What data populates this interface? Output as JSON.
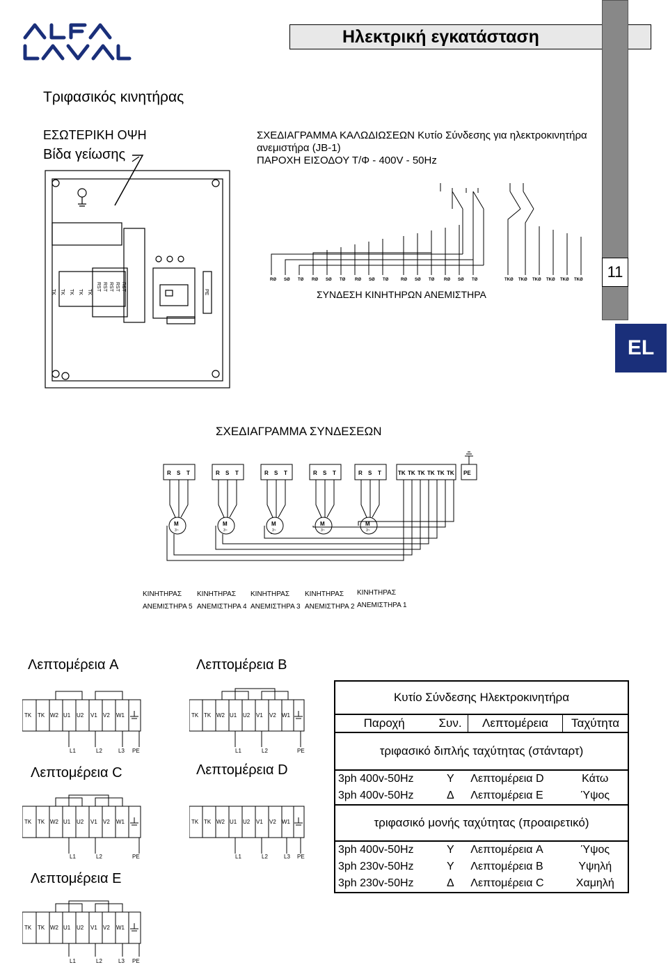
{
  "header": {
    "title": "Ηλεκτρική εγκατάσταση",
    "page_number": "11",
    "language": "EL",
    "brand_color": "#1a2f7a"
  },
  "section_title": "Τριφασικός κινητήρας",
  "inside_view": {
    "label_1": "ΕΣΩΤΕΡΙΚΗ ΟΨΗ",
    "label_2": "Βίδα γείωσης",
    "terminal_labels": [
      "TK",
      "TK",
      "TK",
      "TK",
      "TK",
      "RST",
      "RST",
      "RST",
      "RST",
      "RST"
    ],
    "pe_label": "PE"
  },
  "wiring": {
    "line_1": "ΣΧΕΔΙΑΓΡΑΜΜΑ ΚΑΛΩΔΙΩΣΕΩΝ Κυτίο Σύνδεσης για ηλεκτροκινητήρα",
    "line_2": "ανεμιστήρα (JB-1)",
    "line_3": "ΠΑΡΟΧΗ ΕΙΣΟΔΟΥ Τ/Φ - 400V - 50Hz",
    "motor_connection": "ΣΥΝΔΕΣΗ ΚΙΝΗΤΗΡΩΝ ΑΝΕΜΙΣΤΗΡΑ",
    "terminal_row": [
      "RØ",
      "SØ",
      "TØ",
      "RØ",
      "SØ",
      "TØ",
      "RØ",
      "SØ",
      "TØ",
      "RØ",
      "SØ",
      "TØ",
      "RØ",
      "SØ",
      "TØ"
    ],
    "tk_row": [
      "TKØ",
      "TKØ",
      "TKØ",
      "TKØ",
      "TKØ",
      "TKØ"
    ]
  },
  "connections": {
    "title": "ΣΧΕΔΙΑΓΡΑΜΜΑ ΣΥΝΔΕΣΕΩΝ",
    "rst": [
      "R",
      "S",
      "T"
    ],
    "tk": [
      "TK",
      "TK",
      "TK",
      "TK",
      "TK",
      "TK"
    ],
    "pe": "PE",
    "motor_symbol": "M",
    "motor_sub": "3~",
    "motor_word": "ΚΙΝΗΤΗΡΑΣ",
    "fans": [
      "ΑΝΕΜΙΣΤΗΡΑ 5",
      "ΑΝΕΜΙΣΤΗΡΑ 4",
      "ΑΝΕΜΙΣΤΗΡΑ 3",
      "ΑΝΕΜΙΣΤΗΡΑ 2",
      "ΑΝΕΜΙΣΤΗΡΑ 1"
    ]
  },
  "details": {
    "A": {
      "title": "Λεπτομέρεια A",
      "terminals": [
        "TK",
        "TK",
        "W2",
        "U1",
        "U2",
        "V1",
        "V2",
        "W1"
      ],
      "bottom": [
        "L1",
        "L2",
        "L3",
        "PE"
      ]
    },
    "B": {
      "title": "Λεπτομέρεια B",
      "terminals": [
        "TK",
        "TK",
        "W2",
        "U1",
        "U2",
        "V1",
        "V2",
        "W1"
      ],
      "bottom": [
        "L1",
        "L2",
        "PE"
      ]
    },
    "C": {
      "title": "Λεπτομέρεια C",
      "terminals": [
        "TK",
        "TK",
        "W2",
        "U1",
        "U2",
        "V1",
        "V2",
        "W1"
      ],
      "bottom": [
        "L1",
        "L2",
        "PE"
      ]
    },
    "D": {
      "title": "Λεπτομέρεια D",
      "terminals": [
        "TK",
        "TK",
        "W2",
        "U1",
        "U2",
        "V1",
        "V2",
        "W1"
      ],
      "bottom": [
        "L1",
        "L2",
        "L3",
        "PE"
      ]
    },
    "E": {
      "title": "Λεπτομέρεια E",
      "terminals": [
        "TK",
        "TK",
        "W2",
        "U1",
        "U2",
        "V1",
        "V2",
        "W1"
      ],
      "bottom": [
        "L1",
        "L2",
        "L3",
        "PE"
      ]
    }
  },
  "spec_table": {
    "title": "Κυτίο Σύνδεσης Ηλεκτροκινητήρα",
    "headers": [
      "Παροχή",
      "Συν.",
      "Λεπτομέρεια",
      "Ταχύτητα"
    ],
    "group_1": "τριφασικό διπλής ταχύτητας (στάνταρτ)",
    "rows_1": [
      [
        "3ph 400v-50Hz",
        "Y",
        "Λεπτομέρεια D",
        "Κάτω"
      ],
      [
        "3ph 400v-50Hz",
        "Δ",
        "Λεπτομέρεια E",
        "Ύψος"
      ]
    ],
    "group_2": "τριφασικό μονής ταχύτητας (προαιρετικό)",
    "rows_2": [
      [
        "3ph 400v-50Hz",
        "Y",
        "Λεπτομέρεια A",
        "Ύψος"
      ],
      [
        "3ph 230v-50Hz",
        "Y",
        "Λεπτομέρεια B",
        "Υψηλή"
      ],
      [
        "3ph 230v-50Hz",
        "Δ",
        "Λεπτομέρεια C",
        "Χαμηλή"
      ]
    ]
  }
}
